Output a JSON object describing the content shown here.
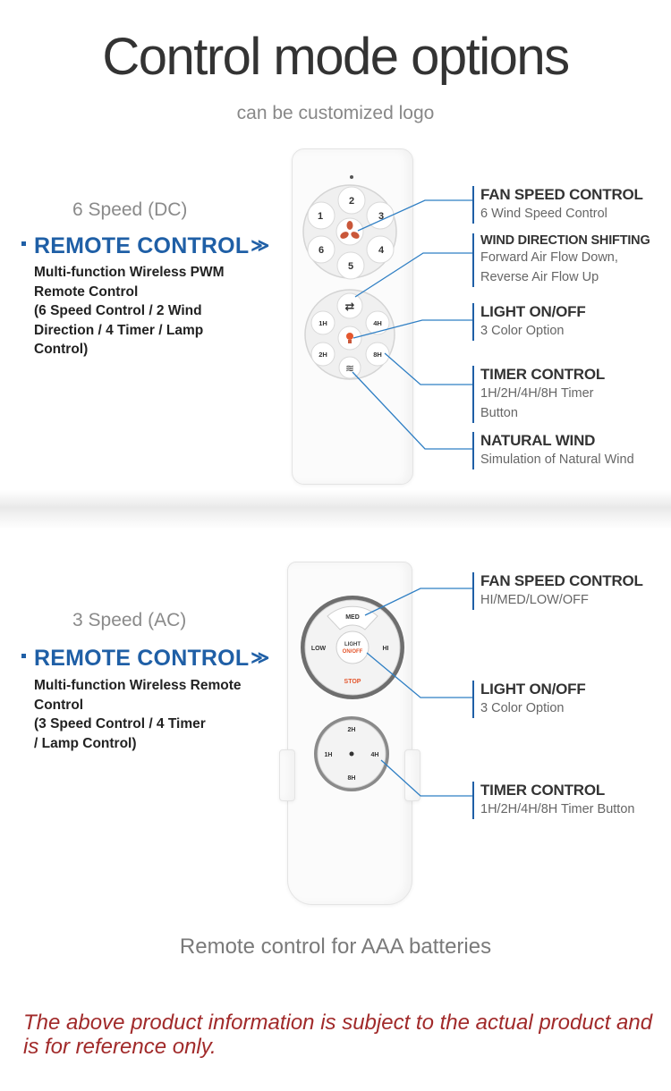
{
  "header": {
    "title": "Control mode options",
    "subtitle": "can be customized logo"
  },
  "dc_section": {
    "speed_label": "6 Speed (DC)",
    "remote_title": "REMOTE CONTROL",
    "title_arrows": "≫",
    "description": [
      "Multi-function Wireless PWM",
      " Remote Control",
      "(6 Speed Control / 2 Wind",
      " Direction / 4 Timer / Lamp",
      "Control)"
    ],
    "features": [
      {
        "title": "FAN SPEED CONTROL",
        "desc": [
          "6 Wind Speed Control"
        ]
      },
      {
        "title": "WIND DIRECTION SHIFTING",
        "desc": [
          "Forward Air Flow Down,",
          "Reverse Air Flow Up"
        ]
      },
      {
        "title": "LIGHT ON/OFF",
        "desc": [
          "3 Color Option"
        ]
      },
      {
        "title": "TIMER CONTROL",
        "desc": [
          "1H/2H/4H/8H Timer",
          "Button"
        ]
      },
      {
        "title": "NATURAL WIND",
        "desc": [
          "Simulation of Natural Wind"
        ]
      }
    ],
    "remote_buttons": {
      "speeds": [
        "1",
        "2",
        "3",
        "4",
        "5",
        "6"
      ],
      "timers": [
        "1H",
        "2H",
        "4H",
        "8H"
      ]
    }
  },
  "ac_section": {
    "speed_label": "3 Speed (AC)",
    "remote_title": "REMOTE CONTROL",
    "title_arrows": "≫",
    "description": [
      "Multi-function Wireless Remote",
      " Control",
      "(3 Speed Control / 4 Timer",
      "/ Lamp Control)"
    ],
    "features": [
      {
        "title": "FAN SPEED CONTROL",
        "desc": [
          " HI/MED/LOW/OFF"
        ]
      },
      {
        "title": "LIGHT ON/OFF",
        "desc": [
          "3 Color Option"
        ]
      },
      {
        "title": "TIMER CONTROL",
        "desc": [
          "1H/2H/4H/8H Timer Button"
        ]
      }
    ],
    "remote_buttons": {
      "med": "MED",
      "low": "LOW",
      "hi": "HI",
      "light_line1": "LIGHT",
      "light_line2": "ON/OFF",
      "stop": "STOP",
      "timers": [
        "2H",
        "1H",
        "4H",
        "8H"
      ]
    }
  },
  "footer": {
    "battery_text": "Remote control for AAA batteries",
    "disclaimer": "The above product information is subject to the actual product and is for reference only."
  },
  "colors": {
    "accent_blue": "#1f5fa6",
    "line_blue": "#2f7fc4",
    "disclaimer_red": "#a12a2a",
    "light_button_orange": "#e4572e"
  }
}
